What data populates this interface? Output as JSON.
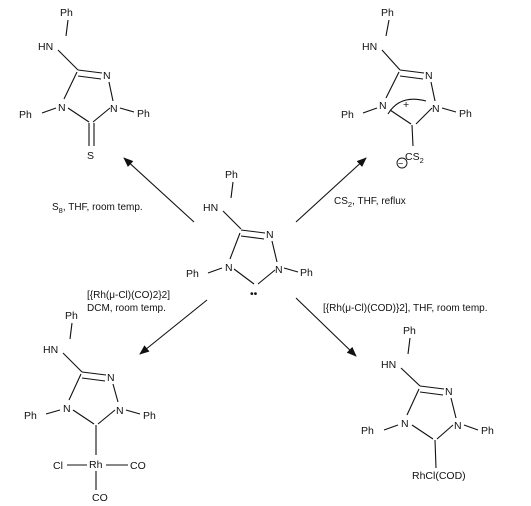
{
  "atoms": {
    "ph": "Ph",
    "nh": "HN",
    "n": "N",
    "s": "S",
    "cs": "CS",
    "sub2": "2",
    "sub8": "8",
    "plus": "+",
    "minus": "−",
    "lone_pair": "••",
    "cl": "Cl",
    "rh": "Rh",
    "co": "CO",
    "rhcod": "RhCl(COD)"
  },
  "conditions": {
    "top_left_prefix": "S",
    "top_left_rest": ", THF, room temp.",
    "top_right_prefix": "CS",
    "top_right_rest": ", THF, reflux",
    "bottom_left_line1": "[{Rh(μ-Cl)(CO)2}2]",
    "bottom_left_line2": "DCM, room temp.",
    "bottom_right": "[{Rh(μ-Cl)(COD)}2], THF, room temp."
  }
}
